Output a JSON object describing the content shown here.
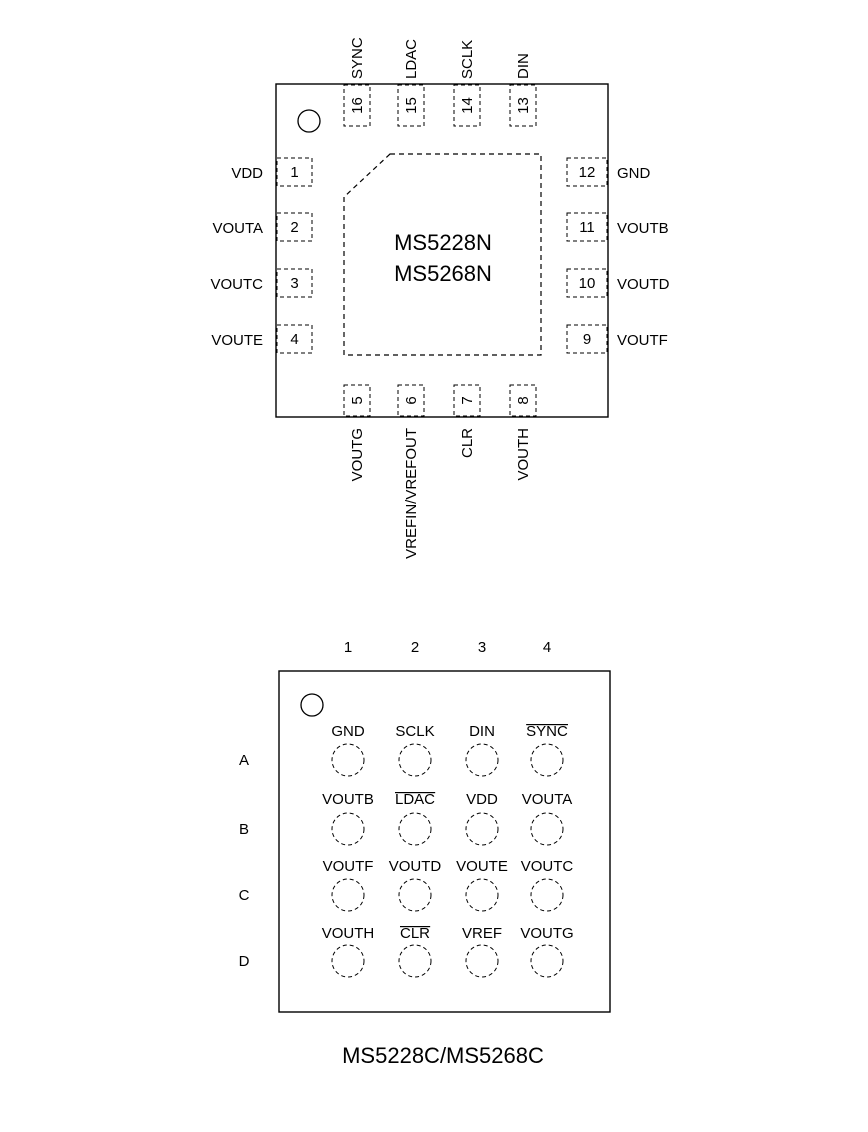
{
  "qfn": {
    "part_numbers": [
      "MS5228N",
      "MS5268N"
    ],
    "pins": [
      {
        "num": "1",
        "name": "VDD",
        "overbar": false
      },
      {
        "num": "2",
        "name": "VOUTA",
        "overbar": false
      },
      {
        "num": "3",
        "name": "VOUTC",
        "overbar": false
      },
      {
        "num": "4",
        "name": "VOUTE",
        "overbar": false
      },
      {
        "num": "5",
        "name": "VOUTG",
        "overbar": false
      },
      {
        "num": "6",
        "name": "VREFIN/VREFOUT",
        "overbar": false
      },
      {
        "num": "7",
        "name": "CLR",
        "overbar": true
      },
      {
        "num": "8",
        "name": "VOUTH",
        "overbar": false
      },
      {
        "num": "9",
        "name": "VOUTF",
        "overbar": false
      },
      {
        "num": "10",
        "name": "VOUTD",
        "overbar": false
      },
      {
        "num": "11",
        "name": "VOUTB",
        "overbar": false
      },
      {
        "num": "12",
        "name": "GND",
        "overbar": false
      },
      {
        "num": "13",
        "name": "DIN",
        "overbar": false
      },
      {
        "num": "14",
        "name": "SCLK",
        "overbar": false
      },
      {
        "num": "15",
        "name": "LDAC",
        "overbar": true
      },
      {
        "num": "16",
        "name": "SYNC",
        "overbar": true
      }
    ]
  },
  "bga": {
    "columns": [
      "1",
      "2",
      "3",
      "4"
    ],
    "rows": [
      "A",
      "B",
      "C",
      "D"
    ],
    "balls": [
      [
        {
          "name": "GND",
          "overbar": false
        },
        {
          "name": "SCLK",
          "overbar": false
        },
        {
          "name": "DIN",
          "overbar": false
        },
        {
          "name": "SYNC",
          "overbar": true
        }
      ],
      [
        {
          "name": "VOUTB",
          "overbar": false
        },
        {
          "name": "LDAC",
          "overbar": true
        },
        {
          "name": "VDD",
          "overbar": false
        },
        {
          "name": "VOUTA",
          "overbar": false
        }
      ],
      [
        {
          "name": "VOUTF",
          "overbar": false
        },
        {
          "name": "VOUTD",
          "overbar": false
        },
        {
          "name": "VOUTE",
          "overbar": false
        },
        {
          "name": "VOUTC",
          "overbar": false
        }
      ],
      [
        {
          "name": "VOUTH",
          "overbar": false
        },
        {
          "name": "CLR",
          "overbar": true
        },
        {
          "name": "VREF",
          "overbar": false
        },
        {
          "name": "VOUTG",
          "overbar": false
        }
      ]
    ],
    "caption": "MS5228C/MS5268C"
  }
}
